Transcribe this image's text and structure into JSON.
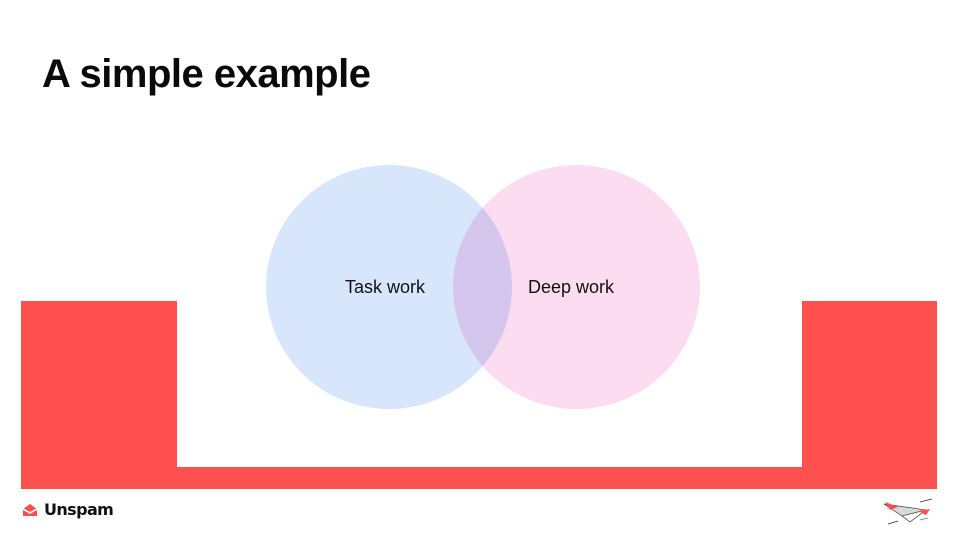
{
  "slide": {
    "title": "A simple example"
  },
  "venn": {
    "left": {
      "label": "Task work",
      "color": "#D7E6FB"
    },
    "right": {
      "label": "Deep work",
      "color": "#FCDCF0"
    }
  },
  "frame": {
    "color": "#FF5050"
  },
  "footer": {
    "brand": "Unspam",
    "brand_icon": "envelope-logo-icon",
    "corner_icon": "paper-plane-icon"
  }
}
